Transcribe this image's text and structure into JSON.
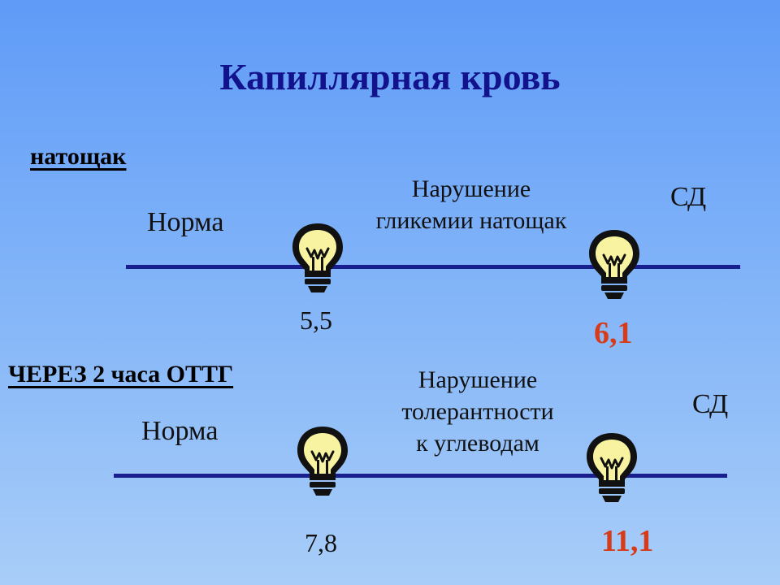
{
  "title": "Капиллярная кровь",
  "fasting": {
    "heading": "натощак",
    "norm_label": "Норма",
    "impaired_label": "Нарушение\nгликемии натощак",
    "dm_label": "СД",
    "threshold_low": "5,5",
    "threshold_high": "6,1"
  },
  "ogtt": {
    "heading": "ЧЕРЕЗ 2 часа ОТТГ",
    "norm_label": "Норма",
    "impaired_label": "Нарушение\nтолерантности\nк углеводам",
    "dm_label": "СД",
    "threshold_low": "7,8",
    "threshold_high": "11,1"
  },
  "colors": {
    "title": "#12128c",
    "axis_line": "#1a1f8f",
    "highlight_value": "#d63b1a"
  },
  "icons": [
    "lightbulb-icon"
  ]
}
